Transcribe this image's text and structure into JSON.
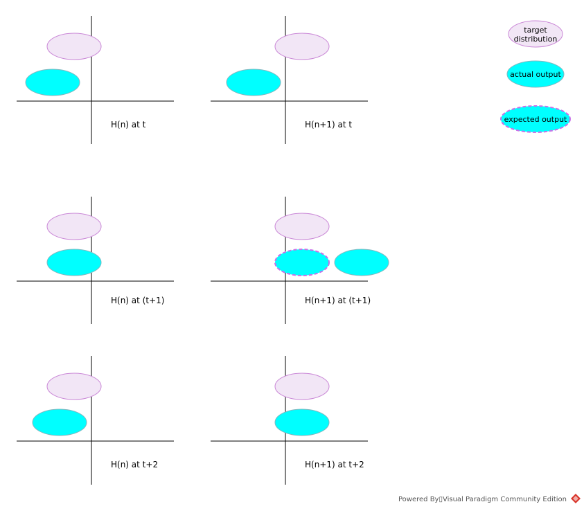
{
  "colors": {
    "target_fill": "#f2e6f6",
    "target_stroke": "#c986d6",
    "actual_fill": "#00ffff",
    "actual_stroke": "#7fb8c0",
    "expected_stroke": "#c870e8"
  },
  "panels": [
    {
      "label": "H(n) at t"
    },
    {
      "label": "H(n+1) at t"
    },
    {
      "label": "H(n) at (t+1)"
    },
    {
      "label": "H(n+1) at (t+1)"
    },
    {
      "label": "H(n) at t+2"
    },
    {
      "label": "H(n+1) at t+2"
    }
  ],
  "legend": {
    "target_line1": "target",
    "target_line2": "distribution",
    "actual": "actual output",
    "expected": "expected output"
  },
  "footer": {
    "text": "Powered By▯Visual Paradigm Community Edition",
    "logo_icon": "visual-paradigm-logo-icon"
  }
}
